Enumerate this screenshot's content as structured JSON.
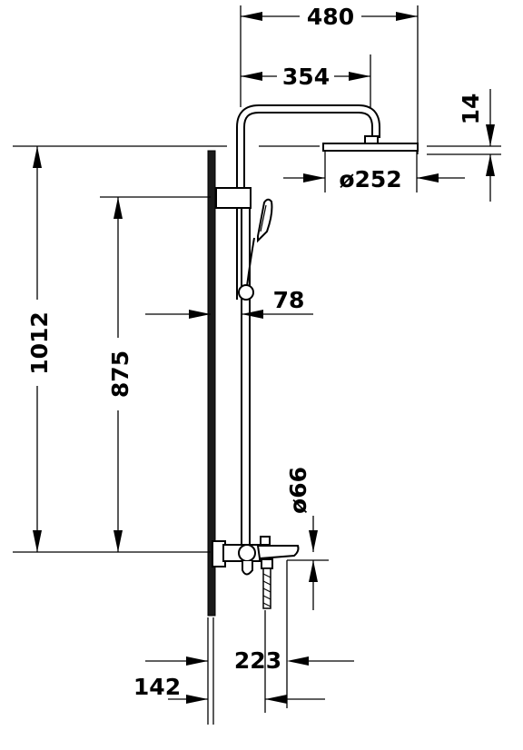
{
  "dimensions": {
    "overall_width": "480",
    "arm_reach": "354",
    "head_thickness": "14",
    "head_diameter": "ø252",
    "rail_offset": "78",
    "total_height": "1012",
    "rail_height": "875",
    "spout_diameter": "ø66",
    "spout_projection": "223",
    "mixer_offset": "142"
  },
  "colors": {
    "line": "#000000",
    "background": "#ffffff"
  }
}
